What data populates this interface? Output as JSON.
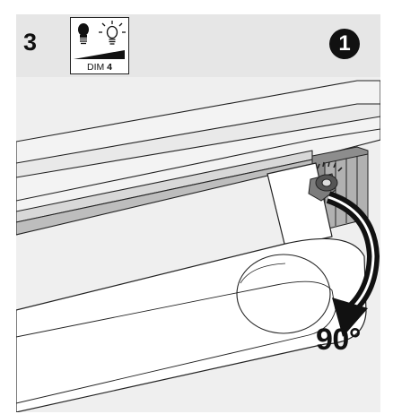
{
  "header": {
    "step_number": "3",
    "dim_setting": {
      "prefix": "DIM",
      "level": "4",
      "icons": [
        "bulb-off-icon",
        "bulb-on-icon"
      ]
    },
    "step_badge": "1"
  },
  "illustration": {
    "rotation_label": "90°",
    "arrow_icon": "rotate-clockwise-arrow-icon"
  }
}
